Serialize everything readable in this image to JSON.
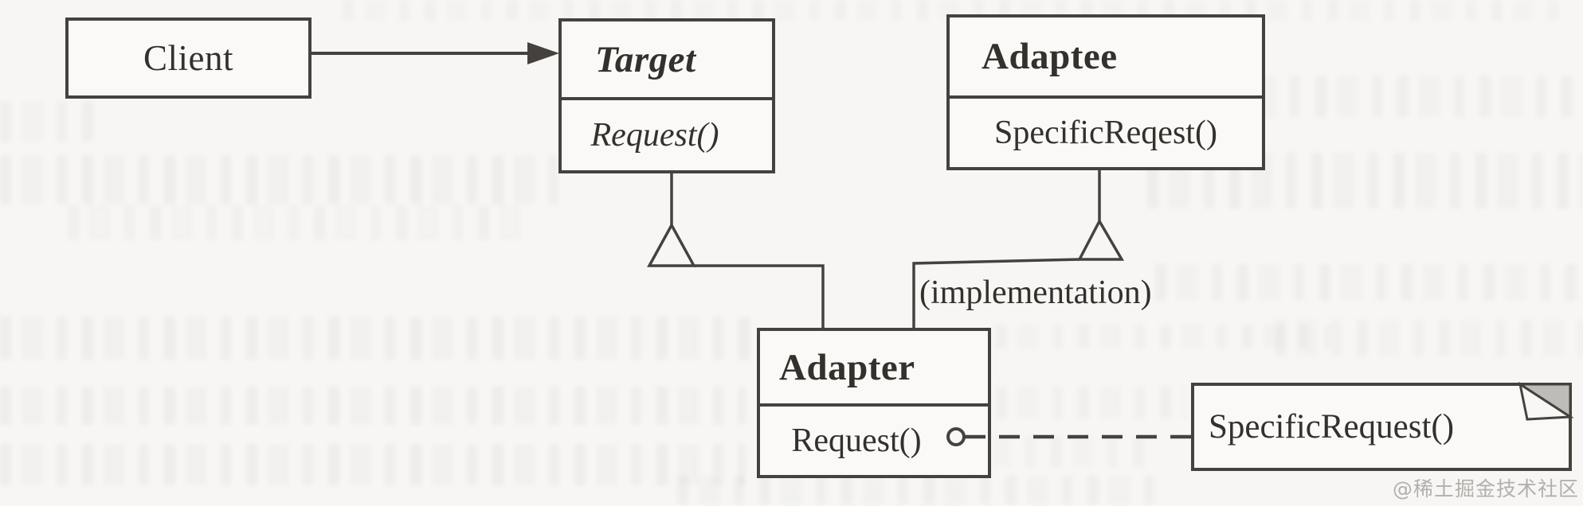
{
  "classes": {
    "client": {
      "name": "Client"
    },
    "target": {
      "name": "Target",
      "abstract": true,
      "methods": [
        "Request()"
      ]
    },
    "adaptee": {
      "name": "Adaptee",
      "abstract": false,
      "methods": [
        "SpecificReqest()"
      ]
    },
    "adapter": {
      "name": "Adapter",
      "abstract": false,
      "methods": [
        "Request()"
      ]
    }
  },
  "labels": {
    "implementation": "(implementation)"
  },
  "note": {
    "text": "SpecificRequest()"
  },
  "watermark": {
    "text": "@稀土掘金技术社区"
  },
  "icons": {
    "arrowhead": "▶",
    "inheritance_triangle": "△",
    "lollipop_circle": "○",
    "note_fold": "dog-ear"
  },
  "colors": {
    "ink": "#45423e",
    "paper": "#f7f6f4",
    "box_fill": "#faf9f7",
    "fold_gray": "#bdbcb8",
    "watermark_gray": "#b2b0ab"
  }
}
